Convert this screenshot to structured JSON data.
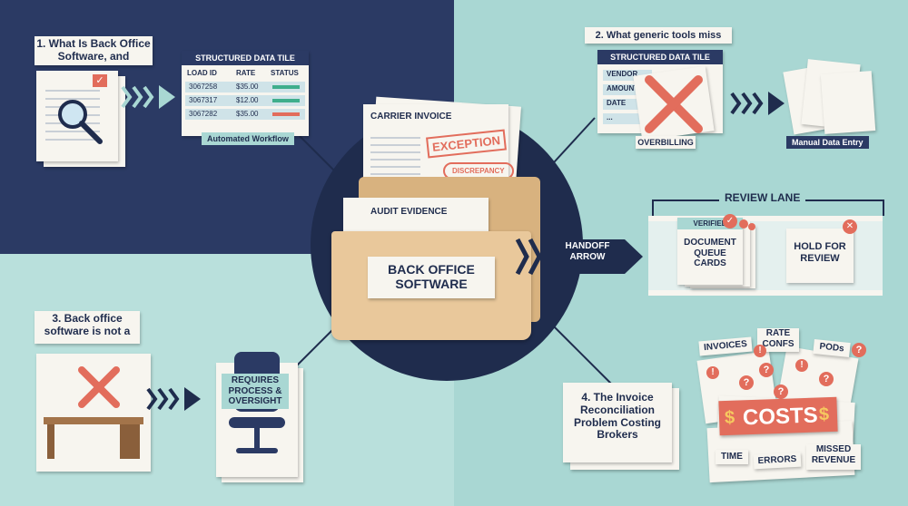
{
  "center": {
    "label_line1": "BACK OFFICE",
    "label_line2": "SOFTWARE",
    "carrier_invoice": "CARRIER INVOICE",
    "exception_stamp": "EXCEPTION",
    "discrepancy_stamp": "DISCREPANCY",
    "audit_evidence": "AUDIT EVIDENCE"
  },
  "panel1": {
    "title_line1": "1. What Is Back Office",
    "title_line2": "Software, and",
    "tile_title": "STRUCTURED DATA TILE",
    "headers": [
      "LOAD ID",
      "RATE",
      "STATUS"
    ],
    "rows": [
      {
        "id": "3067258",
        "rate": "$35.00",
        "status_color": "#3fae8c"
      },
      {
        "id": "3067317",
        "rate": "$12.00",
        "status_color": "#3fae8c"
      },
      {
        "id": "3067282",
        "rate": "$35.00",
        "status_color": "#e26d5c"
      }
    ],
    "caption": "Automated Workflow"
  },
  "panel2": {
    "title": "2. What generic tools miss",
    "tile_title": "STRUCTURED DATA TILE",
    "fields": [
      "VENDOR",
      "AMOUNT",
      "DATE",
      "..."
    ],
    "overbilling": "OVERBILLING",
    "manual": "Manual Data Entry"
  },
  "panel3": {
    "title_line1": "3. Back office",
    "title_line2": "software is not a",
    "chair_line1": "REQUIRES",
    "chair_line2": "PROCESS &",
    "chair_line3": "OVERSIGHT"
  },
  "handoff": {
    "line1": "HANDOFF",
    "line2": "ARROW"
  },
  "review": {
    "title": "REVIEW LANE",
    "verified": "VERIFIED",
    "card_line1": "DOCUMENT",
    "card_line2": "QUEUE",
    "card_line3": "CARDS",
    "hold_line1": "HOLD FOR",
    "hold_line2": "REVIEW"
  },
  "panel4": {
    "title_line1": "4. The Invoice",
    "title_line2": "Reconciliation",
    "title_line3": "Problem Costing",
    "title_line4": "Brokers",
    "invoices": "INVOICES",
    "rate_line1": "RATE",
    "rate_line2": "CONFS",
    "pods": "PODs",
    "costs": "COSTS",
    "dollar": "$",
    "time": "TIME",
    "errors": "ERRORS",
    "missed_line1": "MISSED",
    "missed_line2": "REVENUE"
  },
  "colors": {
    "navy": "#2b3a64",
    "teal": "#a9d7d3",
    "teal_light": "#b9e0dc",
    "coral": "#e26d5c",
    "green": "#3fae8c",
    "folder": "#e9c89b"
  }
}
